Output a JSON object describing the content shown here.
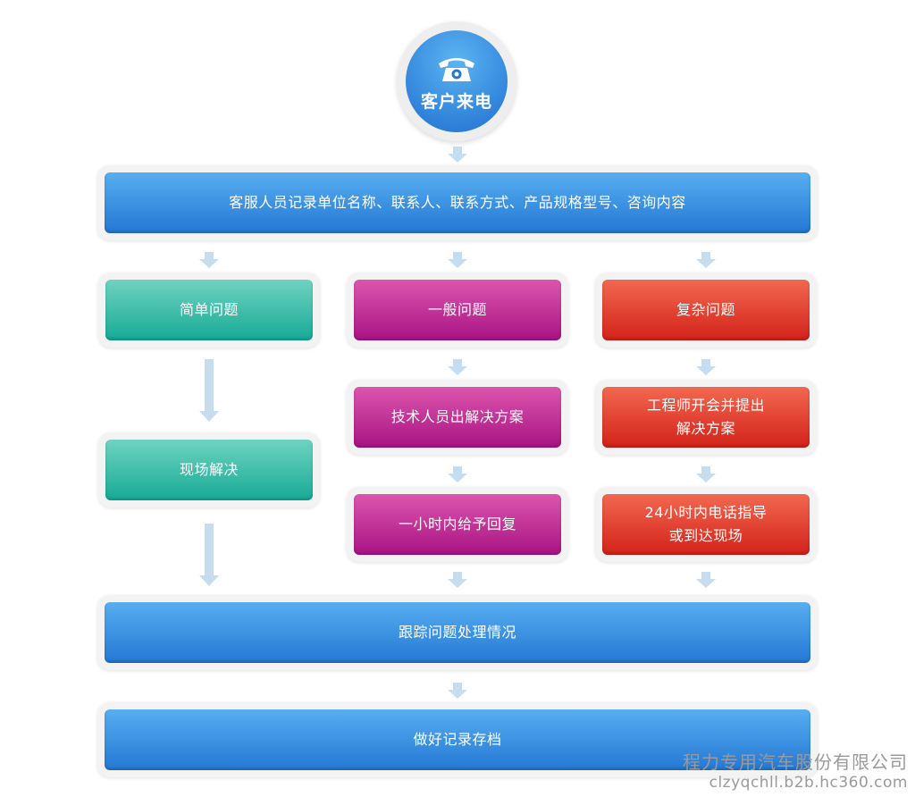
{
  "start": {
    "label": "客户来电",
    "icon": "telephone-icon"
  },
  "steps": {
    "record": "客服人员记录单位名称、联系人、联系方式、产品规格型号、咨询内容",
    "simple": "简单问题",
    "general": "一般问题",
    "complex": "复杂问题",
    "onsite_solve": "现场解决",
    "tech_solution": "技术人员出解决方案",
    "engineer_meeting": "工程师开会并提出\n解决方案",
    "reply_hour": "一小时内给予回复",
    "phone_guide": "24小时内电话指导\n或到达现场",
    "track": "跟踪问题处理情况",
    "archive": "做好记录存档"
  },
  "colors": {
    "blue": "#2f86dd",
    "teal": "#1fb29d",
    "magenta": "#b81c8d",
    "red": "#dd3322",
    "arrow": "#c6dcef"
  },
  "watermark": {
    "company": "程力专用汽车股份有限公司",
    "url": "clzyqchll.b2b.hc360.com"
  }
}
